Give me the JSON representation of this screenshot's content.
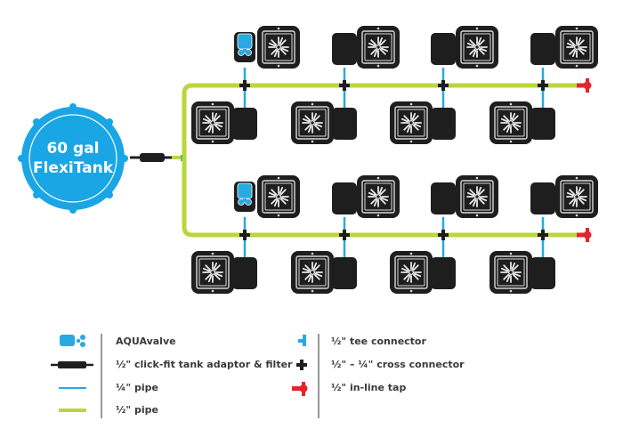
{
  "tank": {
    "label_line1": "60 gal",
    "label_line2": "FlexiTank",
    "color": "#1aa6e4"
  },
  "colors": {
    "half_pipe": "#b9d73a",
    "quarter_pipe": "#29a9e1",
    "pot": "#1e1e1e",
    "aquavalve": "#29a9e1",
    "tap": "#e2262b",
    "connector": "#1e1e1e"
  },
  "layout_rows": [
    {
      "name": "upper-branch",
      "top_pots": 4,
      "bottom_pots": 4,
      "aquavalves": 1,
      "cross_connectors": 4,
      "end": "in-line tap"
    },
    {
      "name": "lower-branch",
      "top_pots": 4,
      "bottom_pots": 4,
      "aquavalves": 1,
      "cross_connectors": 4,
      "end": "in-line tap"
    }
  ],
  "legend": {
    "left": [
      {
        "icon": "aquavalve-icon",
        "label": "AQUAvalve"
      },
      {
        "icon": "tank-adaptor-filter-icon",
        "label": "½\" click-fit tank adaptor & filter"
      },
      {
        "icon": "quarter-pipe-icon",
        "label": "¼\" pipe"
      },
      {
        "icon": "half-pipe-icon",
        "label": "½\" pipe"
      }
    ],
    "right": [
      {
        "icon": "tee-connector-icon",
        "label": "½\" tee connector"
      },
      {
        "icon": "cross-connector-icon",
        "label": "½\" – ¼\" cross connector"
      },
      {
        "icon": "inline-tap-icon",
        "label": "½\" in-line tap"
      }
    ]
  }
}
